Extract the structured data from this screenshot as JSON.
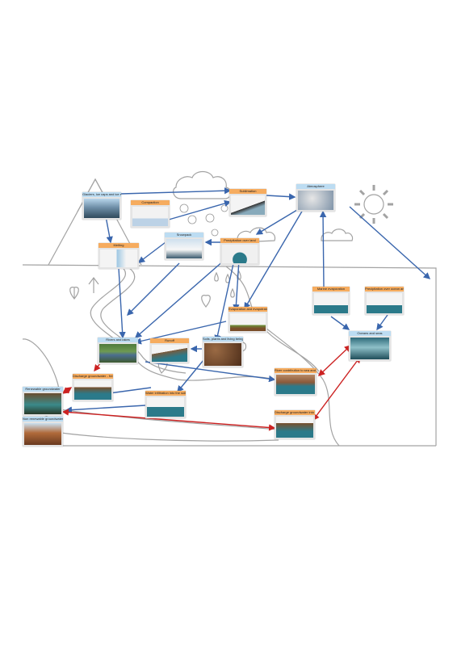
{
  "nodes": {
    "glaciers": "Glaciers, ice caps and ice sheets",
    "compaction": "Compaction",
    "sublimation": "Sublimation",
    "atmosphere": "Atmosphere",
    "melting": "Melting",
    "snowpack": "Snowpack",
    "precip_land": "Precipitation over land",
    "marine_evap": "Marine evaporation",
    "precip_ocean": "Precipitation over ocean and sea",
    "evapotranspiration": "Evaporation and evapotranspiration",
    "rivers": "Rivers and lakes",
    "runoff": "Runoff",
    "soils": "Soils, plants and living beings",
    "oceans": "Oceans and seas",
    "discharge_fresh": "Discharge groundwater - fresh",
    "river_discharge": "River contribution to sea and ocean",
    "renewable_gw": "Renewable groundwater",
    "infiltration": "Water infiltration into the soil",
    "nonrenewable_gw": "Non renewable groundwater",
    "discharge_sea": "Discharge groundwater into the sea"
  },
  "colors": {
    "header_orange": "#f6ac5f",
    "header_blue": "#bcdcf2",
    "arrow_blue": "#3a66ad",
    "arrow_red": "#cc2222",
    "outline_gray": "#a3a3a3"
  },
  "icons": [
    "mountain-outline",
    "cloud-outline",
    "sun-icon",
    "raindrop-icon",
    "plant-sprout-icon",
    "snowflake-icon"
  ]
}
